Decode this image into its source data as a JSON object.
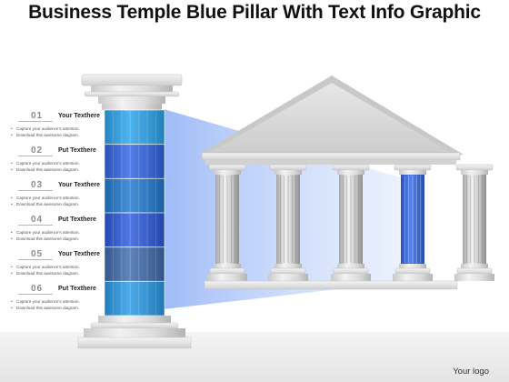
{
  "title": "Business Temple Blue Pillar With Text Info Graphic",
  "steps": [
    {
      "number": "01",
      "heading": "Your Texthere",
      "bullets": [
        "Capture your audience's  attention.",
        "Download  this awesome  diagram."
      ]
    },
    {
      "number": "02",
      "heading": "Put Texthere",
      "bullets": [
        "Capture your audience's  attention.",
        "Download  this awesome  diagram."
      ]
    },
    {
      "number": "03",
      "heading": "Your Texthere",
      "bullets": [
        "Capture your audience's  attention.",
        "Download  this awesome  diagram."
      ]
    },
    {
      "number": "04",
      "heading": "Put Texthere",
      "bullets": [
        "Capture your audience's  attention.",
        "Download  this awesome  diagram."
      ]
    },
    {
      "number": "05",
      "heading": "Your Texthere",
      "bullets": [
        "Capture your audience's  attention.",
        "Download  this awesome  diagram."
      ]
    },
    {
      "number": "06",
      "heading": "Put Texthere",
      "bullets": [
        "Capture your audience's  attention.",
        "Download  this awesome  diagram."
      ]
    }
  ],
  "logo_text": "Your logo",
  "colors": {
    "segments": [
      "#29a3ec",
      "#2f63e4",
      "#1f78cf",
      "#2a58dc",
      "#3d6aac",
      "#2799e6"
    ],
    "highlight_column": "#2f63e4",
    "beam": "#c5d6fb",
    "stone": "#d9d9d9"
  }
}
